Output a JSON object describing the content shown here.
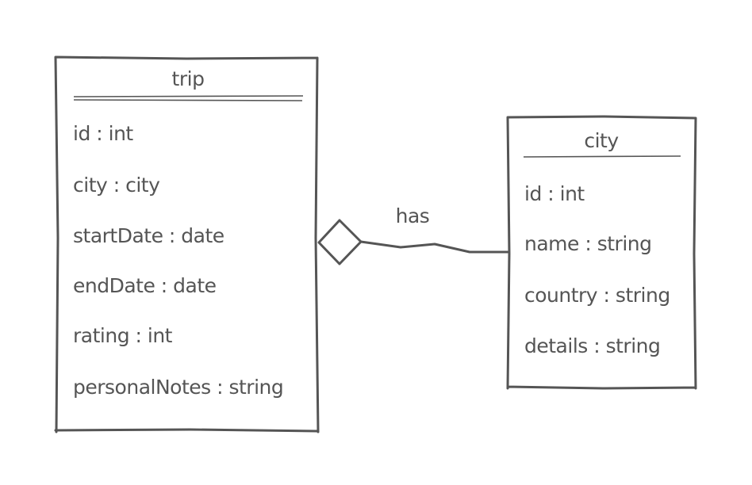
{
  "classes": {
    "trip": {
      "title": "trip",
      "attributes": [
        "id : int",
        "city : city",
        "startDate : date",
        "endDate : date",
        "rating : int",
        "personalNotes : string"
      ]
    },
    "city": {
      "title": "city",
      "attributes": [
        "id : int",
        "name : string",
        "country : string",
        "details : string"
      ]
    }
  },
  "relationship": {
    "type": "aggregation",
    "label": "has",
    "from": "trip",
    "to": "city"
  },
  "stroke_color": "#555555"
}
